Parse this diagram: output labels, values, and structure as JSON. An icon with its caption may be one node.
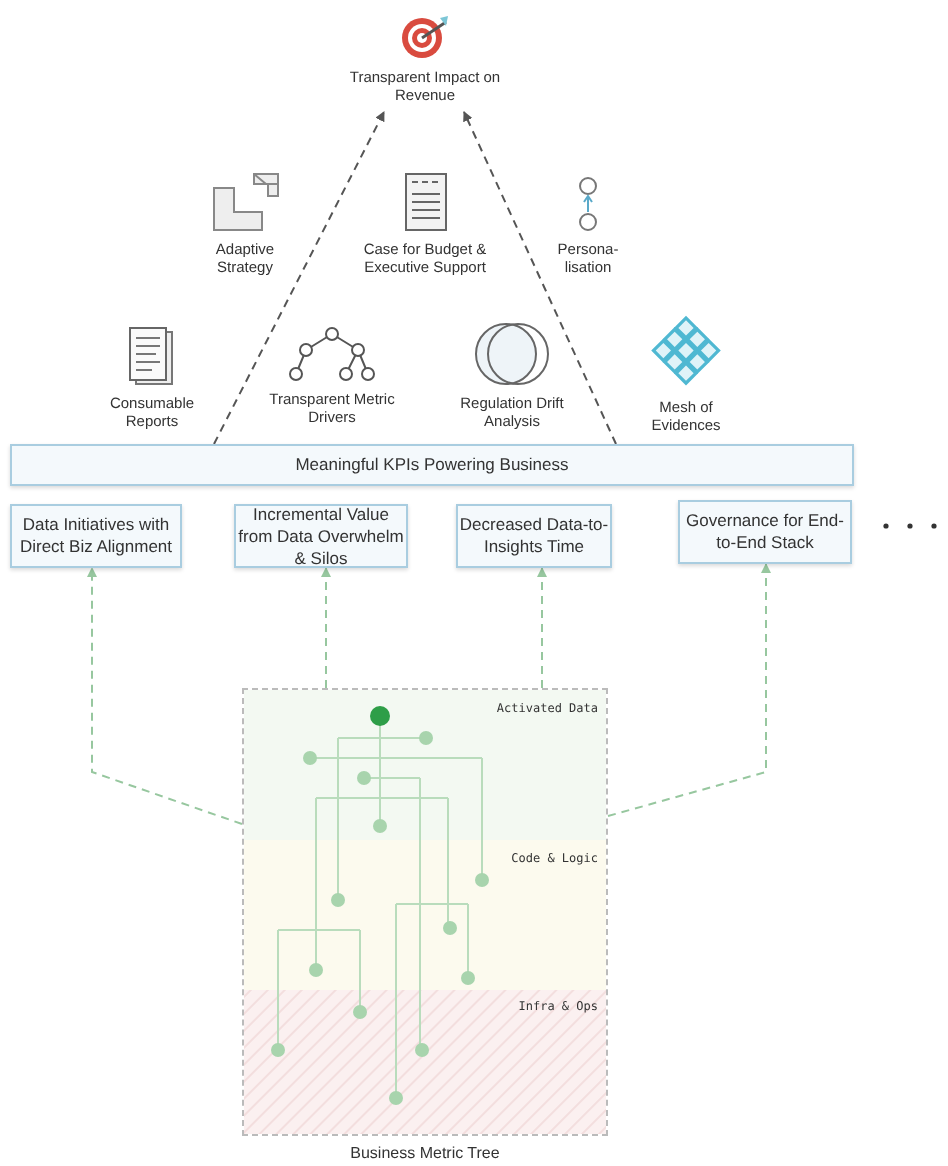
{
  "diagram": {
    "nodes": [
      {
        "text": [
          "Transparent Impact on Revenue"
        ]
      },
      {
        "text": [
          "Adaptive Strategy"
        ]
      },
      {
        "text": [
          "Case for Budget & Executive Support"
        ]
      },
      {
        "text": [
          "Persona- lisation"
        ]
      },
      {
        "text": [
          "Consumable Reports"
        ]
      },
      {
        "text": [
          "Transparent Metric Drivers"
        ]
      },
      {
        "text": [
          "Regulation Drift Analysis"
        ]
      },
      {
        "text": [
          "Mesh of Evidences"
        ]
      },
      {
        "text": [
          "Meaningful KPIs Powering Business"
        ]
      },
      {
        "text": [
          "Data Initiatives with Direct Biz Alignment"
        ]
      },
      {
        "text": [
          "Incremental Value from Data Overwhelm & Silos"
        ]
      },
      {
        "text": [
          "Decreased Data-to-Insights Time"
        ]
      },
      {
        "text": [
          "Governance for End-to-End Stack"
        ]
      },
      {
        "text": [
          "Business Metric Tree"
        ]
      }
    ],
    "edges": [
      {
        "from": 8,
        "to": 0,
        "arrow": "to",
        "style": "dashed",
        "color": "#555555"
      },
      {
        "from": 8,
        "to": 0,
        "arrow": "to",
        "style": "dashed",
        "color": "#555555"
      },
      {
        "from": 13,
        "to": 9,
        "arrow": "to",
        "style": "dashed"
      },
      {
        "from": 13,
        "to": 10,
        "arrow": "to",
        "style": "dashed"
      },
      {
        "from": 13,
        "to": 11,
        "arrow": "to",
        "style": "dashed"
      },
      {
        "from": 13,
        "to": 12,
        "arrow": "to",
        "style": "dashed"
      }
    ],
    "labels": [
      "Activated Data",
      "Code & Logic",
      "Infra & Ops"
    ]
  }
}
